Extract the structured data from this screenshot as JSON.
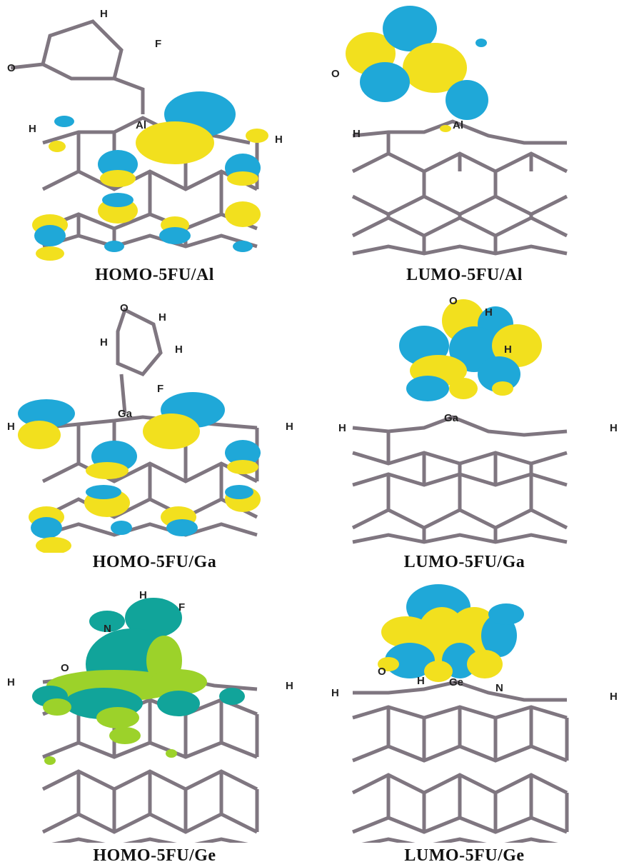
{
  "panels": [
    {
      "caption": "HOMO-5FU/Al",
      "metal": "Al",
      "orbital": "HOMO",
      "palette": "blue-yellow"
    },
    {
      "caption": "LUMO-5FU/Al",
      "metal": "Al",
      "orbital": "LUMO",
      "palette": "blue-yellow"
    },
    {
      "caption": "HOMO-5FU/Ga",
      "metal": "Ga",
      "orbital": "HOMO",
      "palette": "blue-yellow"
    },
    {
      "caption": "LUMO-5FU/Ga",
      "metal": "Ga",
      "orbital": "LUMO",
      "palette": "blue-yellow"
    },
    {
      "caption": "HOMO-5FU/Ge",
      "metal": "Ge",
      "orbital": "HOMO",
      "palette": "teal-green"
    },
    {
      "caption": "LUMO-5FU/Ge",
      "metal": "Ge",
      "orbital": "LUMO",
      "palette": "blue-yellow"
    }
  ],
  "colors": {
    "lobe_blue": "#1fa8d8",
    "lobe_yellow": "#f2e01e",
    "lobe_teal": "#11a49a",
    "lobe_green": "#9cd22a",
    "bond": "#7f7680",
    "boron": "#e8bfb4",
    "nitrogen": "#7a4fa8",
    "oxygen": "#cc2222"
  }
}
